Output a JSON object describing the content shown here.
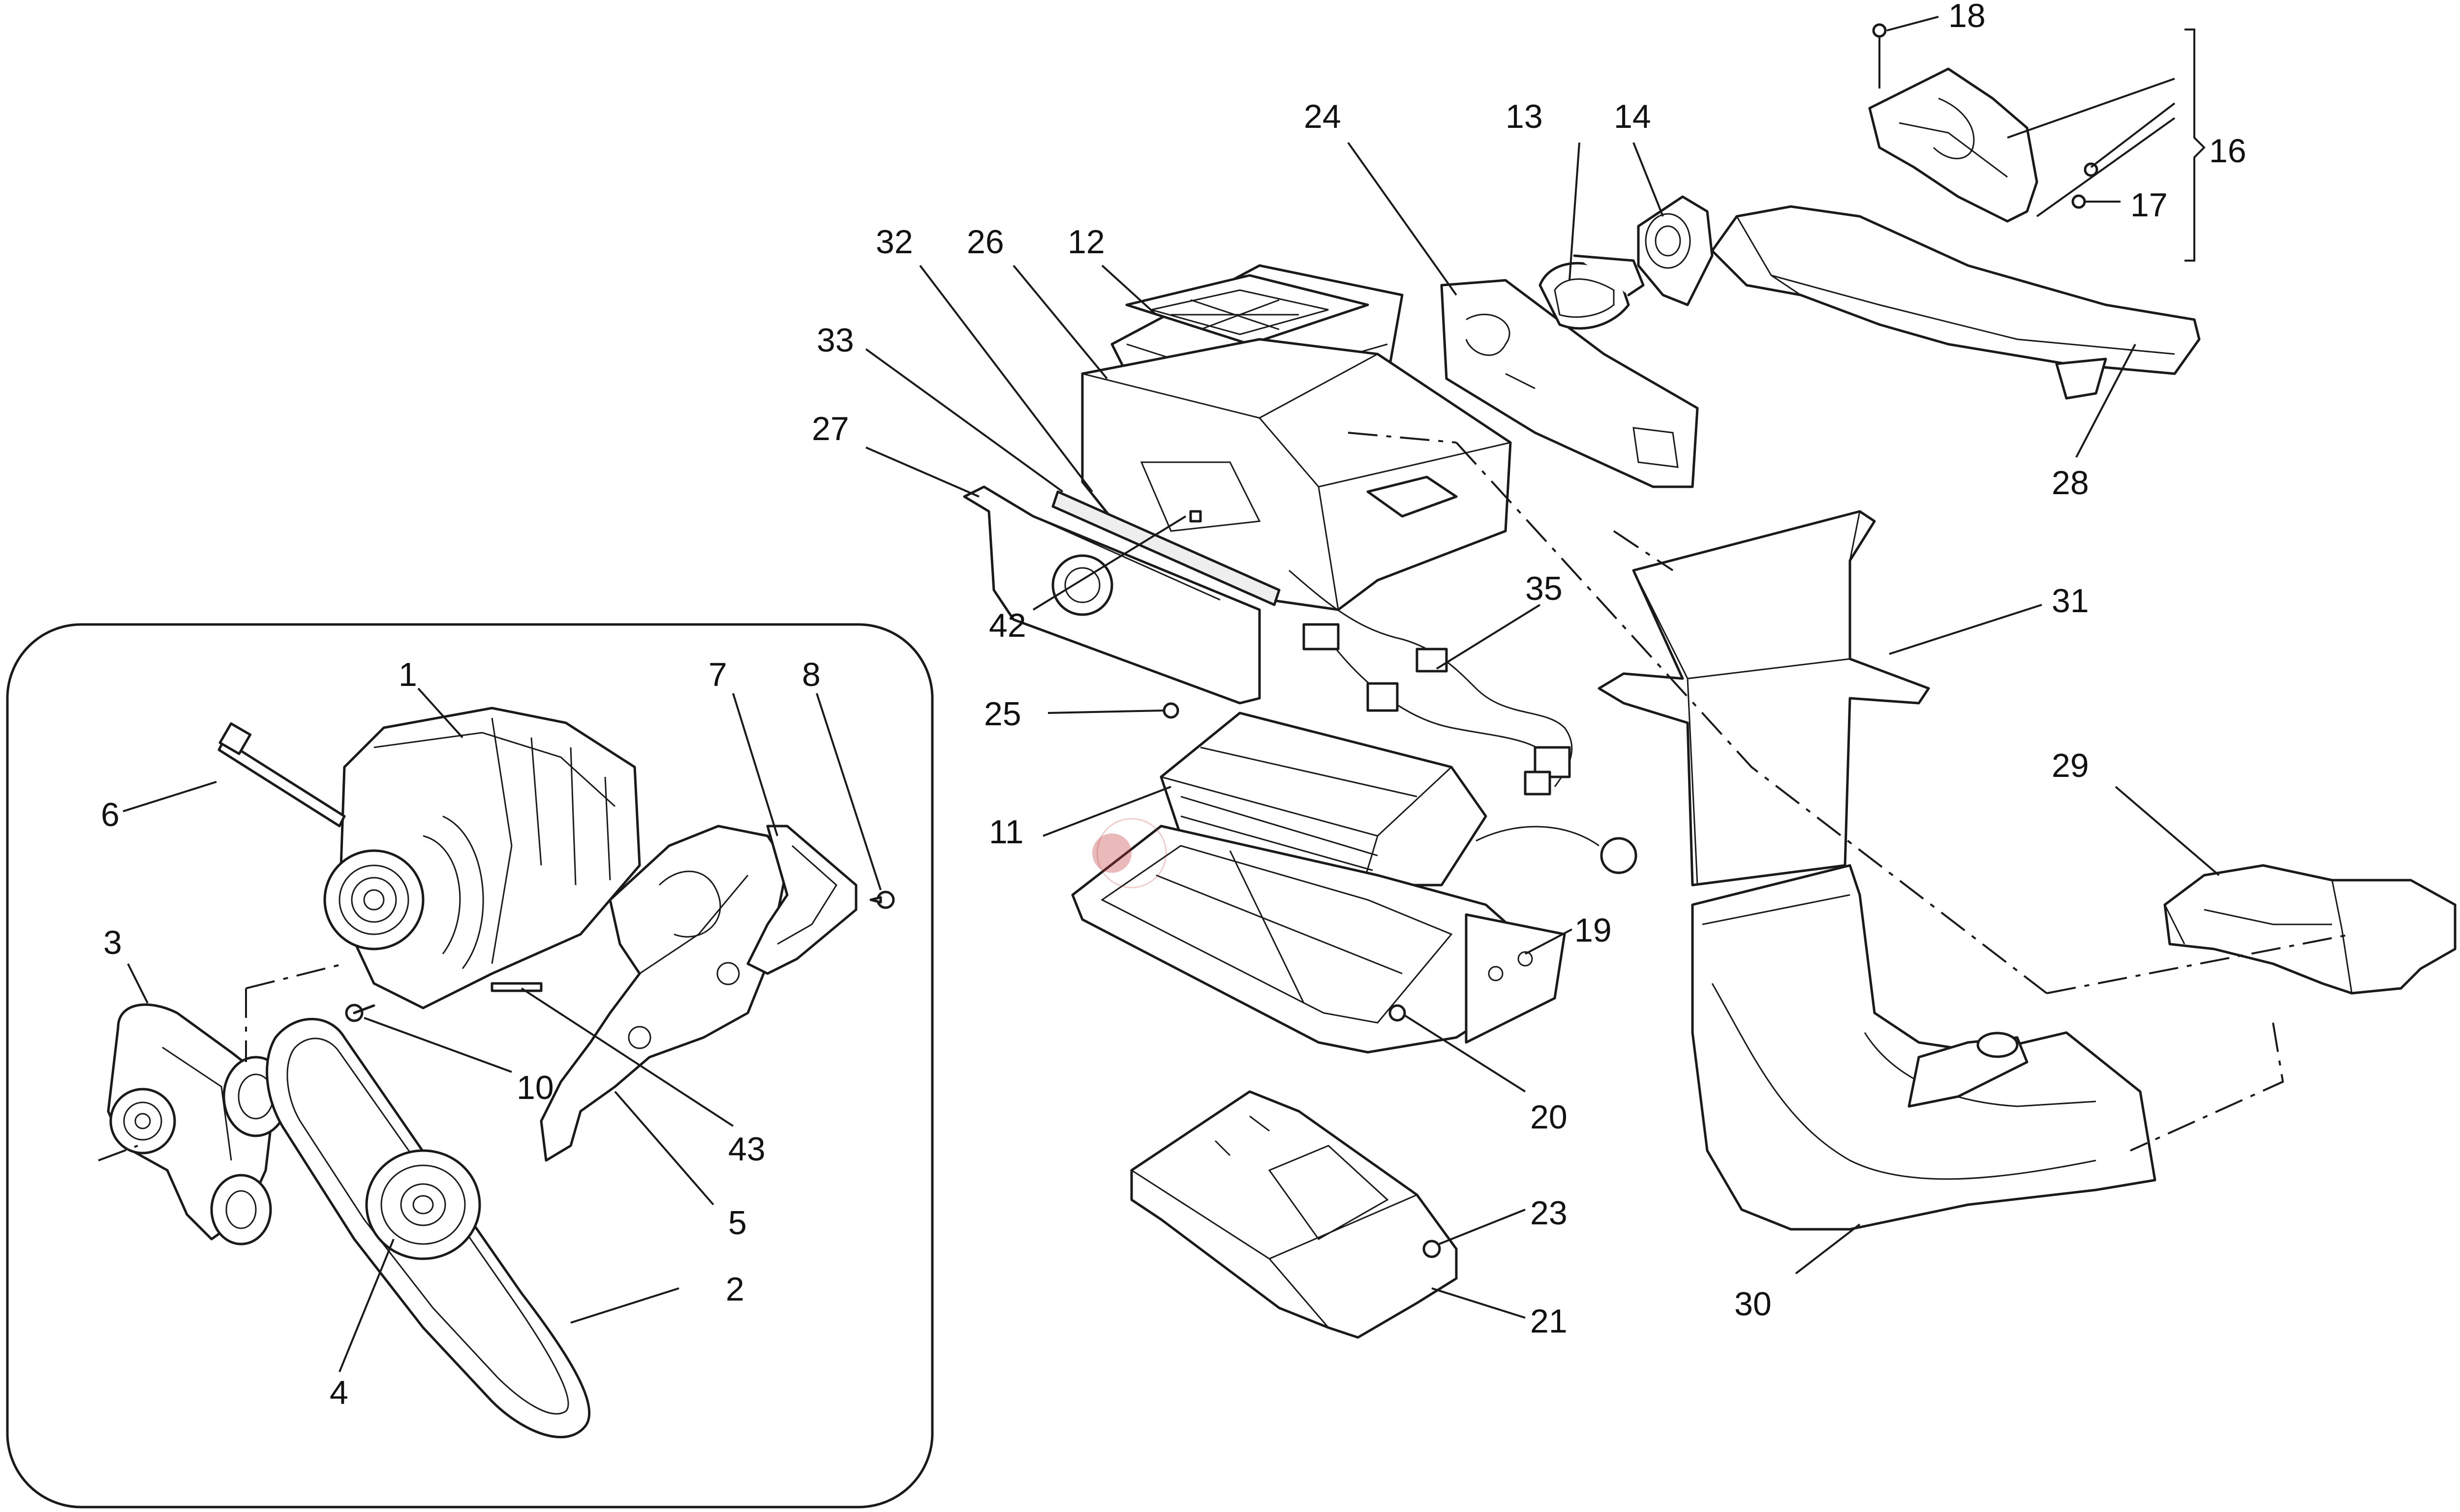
{
  "callouts": {
    "c1": "1",
    "c2": "2",
    "c3": "3",
    "c4": "4",
    "c5": "5",
    "c6": "6",
    "c7": "7",
    "c8": "8",
    "c10": "10",
    "c11": "11",
    "c12": "12",
    "c13": "13",
    "c14": "14",
    "c16": "16",
    "c17": "17",
    "c18": "18",
    "c19": "19",
    "c20": "20",
    "c21": "21",
    "c23": "23",
    "c24": "24",
    "c25": "25",
    "c26": "26",
    "c27": "27",
    "c28": "28",
    "c29": "29",
    "c30": "30",
    "c31": "31",
    "c32": "32",
    "c33": "33",
    "c35": "35",
    "c42": "42",
    "c43": "43"
  },
  "colors": {
    "line": "#1a1a1a",
    "background": "#ffffff",
    "watermark": "#c23a3a"
  },
  "icons": {
    "watermark": "watermark-logo-icon"
  }
}
